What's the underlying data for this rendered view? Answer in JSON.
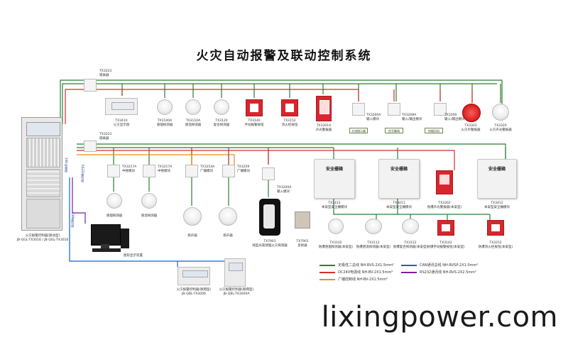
{
  "title": "火灾自动报警及联动控制系统",
  "watermark": "lixingpower.com",
  "colors": {
    "green": "#2e7d32",
    "red": "#d32f2f",
    "orange": "#ef8a1e",
    "blue": "#1565c0",
    "purple": "#7b1fa2"
  },
  "isolator_top": {
    "model": "TX3223",
    "name": "隔离器"
  },
  "isolator_mid": {
    "model": "TX3223",
    "name": "隔离器"
  },
  "top_devices": [
    {
      "model": "TX3410",
      "name": "火灾显示盘"
    },
    {
      "model": "TX3100A",
      "name": "感烟探测器"
    },
    {
      "model": "TX3110A",
      "name": "感温探测器"
    },
    {
      "model": "TX3120",
      "name": "复合探测器"
    },
    {
      "model": "TX3140",
      "name": "手动报警按钮"
    },
    {
      "model": "TX3152",
      "name": "消火栓按钮"
    },
    {
      "model": "TX3301A",
      "name": "声光警报器"
    },
    {
      "model": "TX3200A",
      "name": "输入模块"
    },
    {
      "model": "TX3208A",
      "name": "输入/输出模块"
    },
    {
      "model": "TX3209",
      "name": "输入/输出模块"
    },
    {
      "model": "TX3303",
      "name": "火灾声警报器"
    },
    {
      "model": "TX3320",
      "name": "火灾声光警报器"
    }
  ],
  "linked_equipment": [
    "水流指示器",
    "信号蝶阀",
    "排烟风机"
  ],
  "mid_devices": [
    {
      "model": "TX3217A",
      "name": "中继模块"
    },
    {
      "model": "TX3217A",
      "name": "中继模块"
    },
    {
      "model": "TX3254A",
      "name": "广播模块"
    },
    {
      "model": "TX3259",
      "name": "广播模块"
    },
    {
      "model": "TX3200A",
      "name": "输入模块"
    }
  ],
  "mid_detectors": [
    {
      "name": "感烟探测器"
    },
    {
      "name": "感温探测器"
    }
  ],
  "speakers": [
    {
      "name": "扬声器"
    },
    {
      "name": "扬声器"
    }
  ],
  "beam": {
    "model": "TX7901",
    "name": "线型光束感烟火灾探测器"
  },
  "beam_reflector": {
    "model": "TX7901",
    "name": "反射器"
  },
  "safety_boxes": [
    {
      "title": "安全栅箱",
      "model": "TX3412",
      "name": "本安型安全栅模块"
    },
    {
      "title": "安全栅箱",
      "model": "TX3411",
      "name": "本安型安全栅模块"
    },
    {
      "title": "安全栅箱",
      "model": "TX3412",
      "name": "本安型安全栅模块"
    }
  ],
  "ex_devices": [
    {
      "model": "TX3102",
      "name": "防爆感烟探测器(本安型)"
    },
    {
      "model": "TX3112",
      "name": "防爆感温探测器(本安型)"
    },
    {
      "model": "TX3122",
      "name": "防爆复合探测器(本安型)"
    },
    {
      "model": "TX3142",
      "name": "防爆手动报警按钮(本安型)"
    },
    {
      "model": "TX3302",
      "name": "防爆声光警报器(本安型)"
    },
    {
      "model": "TX3252",
      "name": "防爆消火栓按钮(本安型)"
    }
  ],
  "controller": {
    "name": "火灾报警控制器(联动型)",
    "model": "JB-QGL-TX3016 / JB-QGL-TX3016"
  },
  "controller_side_labels": [
    "24V 电源线",
    "RS232通讯线",
    "CAN通讯线"
  ],
  "graphic_station": {
    "name": "图形显示装置"
  },
  "monitor_a": {
    "name": "火灾报警控制器(联网型)",
    "model": "JB-QBL-TX3006"
  },
  "monitor_b": {
    "name": "火灾报警控制器(联网型)",
    "model": "JB-QBL-TX3000A"
  },
  "legend": [
    {
      "label": "无极性二总线",
      "spec": "NH-RVS-2X1.5mm²",
      "color": "#2e7d32"
    },
    {
      "label": "DC24V电源线",
      "spec": "NH-BV-2X1.5mm²",
      "color": "#d32f2f"
    },
    {
      "label": "广播控制线",
      "spec": "NH-BV-2X1.5mm²",
      "color": "#ef8a1e"
    },
    {
      "label": "CAN通讯总线",
      "spec": "NH-RVSP-2X1.0mm²",
      "color": "#1565c0"
    },
    {
      "label": "RS232通讯线",
      "spec": "NH-RVS-2X2.5mm²",
      "color": "#7b1fa2"
    }
  ]
}
